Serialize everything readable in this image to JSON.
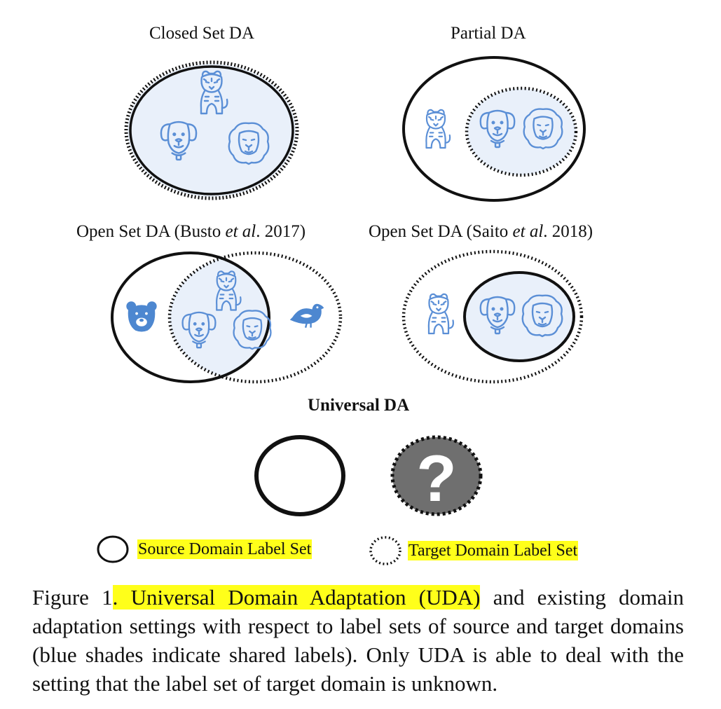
{
  "panels": {
    "closed_set": {
      "title": "Closed Set DA"
    },
    "partial": {
      "title": "Partial DA"
    },
    "open_set_busto": {
      "title_prefix": "Open Set DA (Busto ",
      "title_italic": "et al",
      "title_suffix": ". 2017)"
    },
    "open_set_saito": {
      "title_prefix": "Open Set DA (Saito ",
      "title_italic": "et al",
      "title_suffix": ". 2018)"
    },
    "universal": {
      "title": "Universal DA",
      "unknown_glyph": "?"
    }
  },
  "legend": {
    "source_label": "Source Domain Label Set",
    "target_label": "Target Domain Label Set"
  },
  "caption": {
    "lead": "Figure 1",
    "highlight": ". Universal Domain Adaptation (UDA)",
    "rest": " and existing domain adaptation settings with respect to label sets of source and target domains (blue shades indicate shared labels). Only UDA is able to deal with the setting that the label set of target domain is unknown."
  },
  "colors": {
    "shared_fill": "#e9f0fa",
    "icon_blue": "#5b8fd6",
    "unknown_fill": "#6f6f6f",
    "highlight": "#ffff1a"
  },
  "icons": [
    "tiger-icon",
    "dog-icon",
    "lion-icon",
    "bear-icon",
    "bird-icon"
  ]
}
